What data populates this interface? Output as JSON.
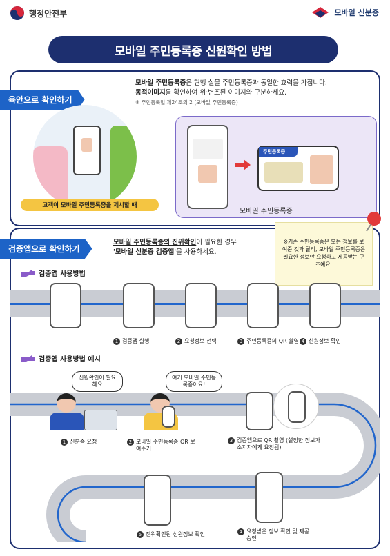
{
  "header": {
    "ministry": "행정안전부",
    "brand": "모바일 신분증"
  },
  "title": "모바일 주민등록증 신원확인 방법",
  "section1": {
    "tab": "육안으로 확인하기",
    "line1_bold": "모바일 주민등록증",
    "line1_rest": "은 현행 실물 주민등록증과 동일한 효력을 가집니다.",
    "line2_bold": "동적이미지",
    "line2_rest": "를 확인하여 위·변조된 이미지와 구분하세요.",
    "law": "※ 주민등록법 제24조의 2 (모바일 주민등록증)",
    "caption": "고객이 모바일 주민등록증을 제시할 때",
    "id_title": "주민등록증",
    "mobile_label": "모바일 주민등록증"
  },
  "section2": {
    "tab": "검증앱으로 확인하기",
    "line1_bold": "모바일 주민등록증의 진위확인",
    "line1_rest": "이 필요한 경우",
    "line2_bold": "'모바일 신분증 검증앱'",
    "line2_rest": "을 사용하세요.",
    "note": "※기존 주민등록증은 모든 정보를 보여준 것과 달리, 모바일 주민등록증은 필요한 정보만 요청하고 제공받는 구조예요.",
    "usage_title": "검증앱 사용방법",
    "steps": [
      "검증앱 실행",
      "요청정보 선택",
      "주민등록증의 QR 촬영",
      "신원정보 확인"
    ],
    "example_title": "검증앱 사용방법 예시",
    "bubble1": "신원확인이 필요해요",
    "bubble2": "여기 모바일 주민등록증이요!",
    "ex_steps": [
      {
        "n": "1",
        "label": "신분증 요청"
      },
      {
        "n": "2",
        "label": "모바일 주민등록증 QR 보여주기"
      },
      {
        "n": "3",
        "label": "검증앱으로 QR 촬영 (설정한 정보가 소지자에게 요청됨)"
      },
      {
        "n": "4",
        "label": "요청받은 정보 확인 및 제공 승인"
      },
      {
        "n": "5",
        "label": "진위확인된 신원정보 확인"
      }
    ]
  },
  "colors": {
    "navy": "#1d2f6f",
    "blue": "#1d63c7",
    "road": "#c9ccd3"
  }
}
